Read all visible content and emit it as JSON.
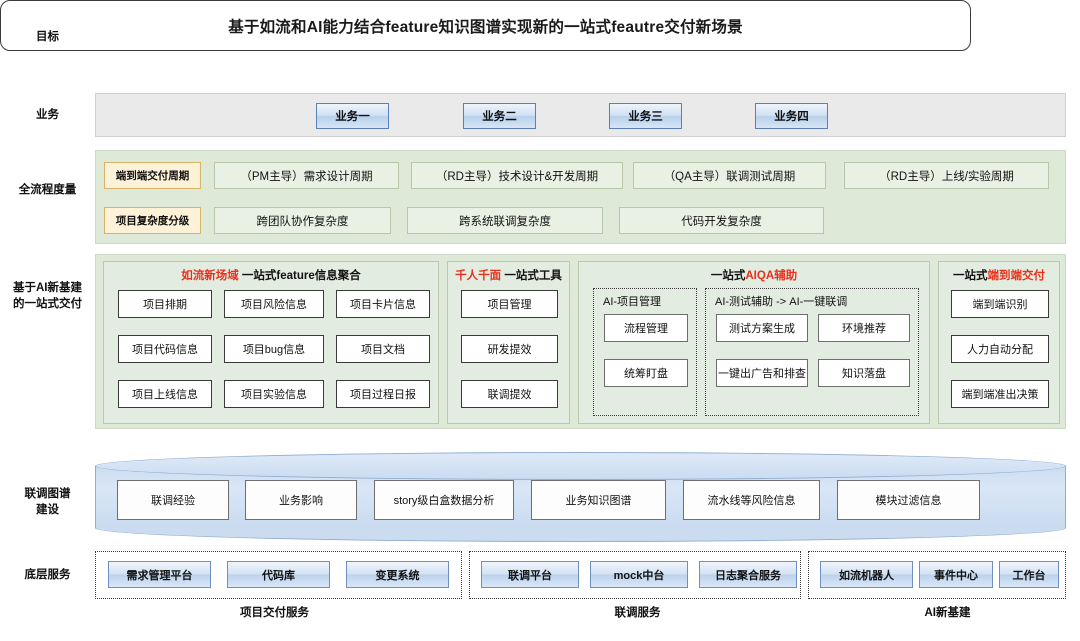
{
  "colors": {
    "green_band": "#dfe9d8",
    "green_panel": "#e3ece0",
    "yellow_tag": "#fdf2d8",
    "yellow_tag_border": "#d9b36a",
    "blue_button": "#cfe0f2",
    "cylinder_blue": "#cbdcf1",
    "accent_red": "#e8301c",
    "gray_band": "#eaeaea"
  },
  "rows": {
    "goal_label": "目标",
    "business_label": "业务",
    "measure_label": "全流程度量",
    "ai_label_line1": "基于AI新基建",
    "ai_label_line2": "的一站式交付",
    "graph_label_line1": "联调图谱",
    "graph_label_line2": "建设",
    "service_label": "底层服务"
  },
  "goal": {
    "text": "基于如流和AI能力结合feature知识图谱实现新的一站式feautre交付新场景"
  },
  "business": {
    "items": [
      {
        "label": "业务一"
      },
      {
        "label": "业务二"
      },
      {
        "label": "业务三"
      },
      {
        "label": "业务四"
      }
    ]
  },
  "measure": {
    "tags": [
      {
        "label": "端到端交付周期"
      },
      {
        "label": "项目复杂度分级"
      }
    ],
    "row1": [
      {
        "label": "（PM主导）需求设计周期"
      },
      {
        "label": "（RD主导）技术设计&开发周期"
      },
      {
        "label": "（QA主导）联调测试周期"
      },
      {
        "label": "（RD主导）上线/实验周期"
      }
    ],
    "row2": [
      {
        "label": "跨团队协作复杂度"
      },
      {
        "label": "跨系统联调复杂度"
      },
      {
        "label": "代码开发复杂度"
      }
    ]
  },
  "ai_delivery": {
    "panels": [
      {
        "title_red": "如流新场域",
        "title_black": " 一站式feature信息聚合",
        "items": [
          "项目排期",
          "项目风险信息",
          "项目卡片信息",
          "项目代码信息",
          "项目bug信息",
          "项目文档",
          "项目上线信息",
          "项目实验信息",
          "项目过程日报"
        ]
      },
      {
        "title_red": "千人千面",
        "title_black": " 一站式工具",
        "items": [
          "项目管理",
          "研发提效",
          "联调提效"
        ]
      },
      {
        "title_black_pre": "一站式",
        "title_red": "AIQA辅助",
        "groups": [
          {
            "title": "AI-项目管理",
            "items": [
              "流程管理",
              "统筹盯盘"
            ]
          },
          {
            "title": "AI-测试辅助 -> AI-一键联调",
            "items": [
              "测试方案生成",
              "环境推荐",
              "一键出广告和排查",
              "知识落盘"
            ]
          }
        ]
      },
      {
        "title_black_pre": "一站式",
        "title_red": "端到端交付",
        "items": [
          "端到端识别",
          "人力自动分配",
          "端到端准出决策"
        ]
      }
    ]
  },
  "graph": {
    "items": [
      "联调经验",
      "业务影响",
      "story级白盒数据分析",
      "业务知识图谱",
      "流水线等风险信息",
      "模块过滤信息"
    ]
  },
  "services": {
    "groups": [
      {
        "caption": "项目交付服务",
        "items": [
          "需求管理平台",
          "代码库",
          "变更系统"
        ]
      },
      {
        "caption": "联调服务",
        "items": [
          "联调平台",
          "mock中台",
          "日志聚合服务"
        ]
      },
      {
        "caption": "AI新基建",
        "items": [
          "如流机器人",
          "事件中心",
          "工作台"
        ]
      }
    ]
  }
}
